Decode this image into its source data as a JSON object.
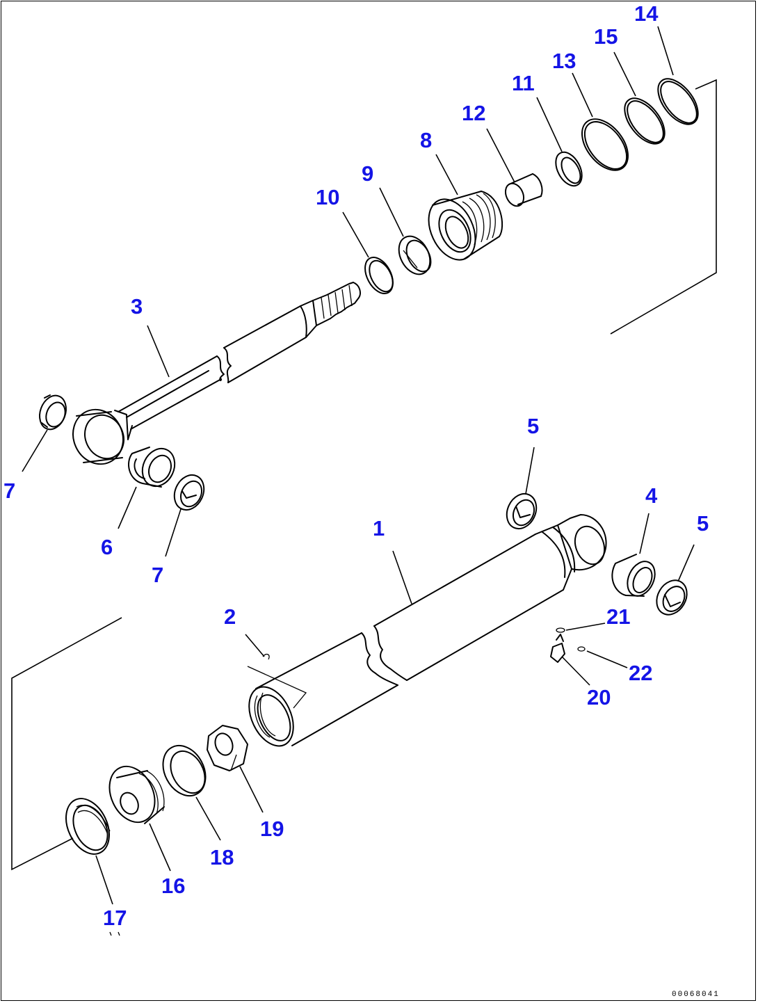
{
  "diagram": {
    "document_id": "00068041",
    "callout_color": "#1414e6",
    "callouts": [
      {
        "id": "c1",
        "label": "1"
      },
      {
        "id": "c2",
        "label": "2"
      },
      {
        "id": "c3",
        "label": "3"
      },
      {
        "id": "c4",
        "label": "4"
      },
      {
        "id": "c5a",
        "label": "5"
      },
      {
        "id": "c5b",
        "label": "5"
      },
      {
        "id": "c6",
        "label": "6"
      },
      {
        "id": "c7a",
        "label": "7"
      },
      {
        "id": "c7b",
        "label": "7"
      },
      {
        "id": "c8",
        "label": "8"
      },
      {
        "id": "c9",
        "label": "9"
      },
      {
        "id": "c10",
        "label": "10"
      },
      {
        "id": "c11",
        "label": "11"
      },
      {
        "id": "c12",
        "label": "12"
      },
      {
        "id": "c13",
        "label": "13"
      },
      {
        "id": "c14",
        "label": "14"
      },
      {
        "id": "c15",
        "label": "15"
      },
      {
        "id": "c16",
        "label": "16"
      },
      {
        "id": "c17",
        "label": "17"
      },
      {
        "id": "c18",
        "label": "18"
      },
      {
        "id": "c19",
        "label": "19"
      },
      {
        "id": "c20",
        "label": "20"
      },
      {
        "id": "c21",
        "label": "21"
      },
      {
        "id": "c22",
        "label": "22"
      }
    ]
  }
}
